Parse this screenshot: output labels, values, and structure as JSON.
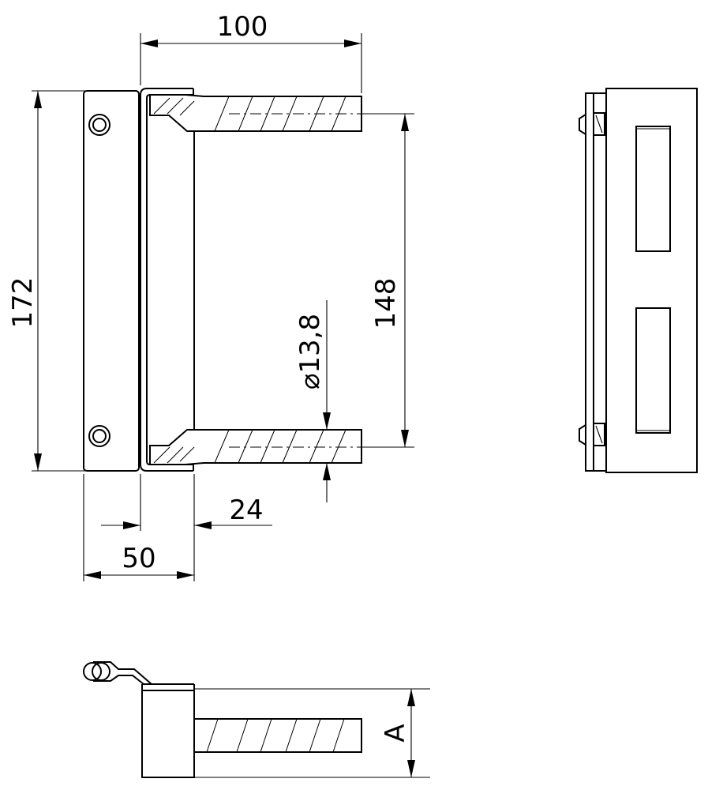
{
  "dimensions": {
    "width_top": "100",
    "height_total": "172",
    "hole_spacing": "148",
    "diameter": "⌀13,8",
    "offset": "24",
    "depth": "50",
    "section": "A"
  }
}
